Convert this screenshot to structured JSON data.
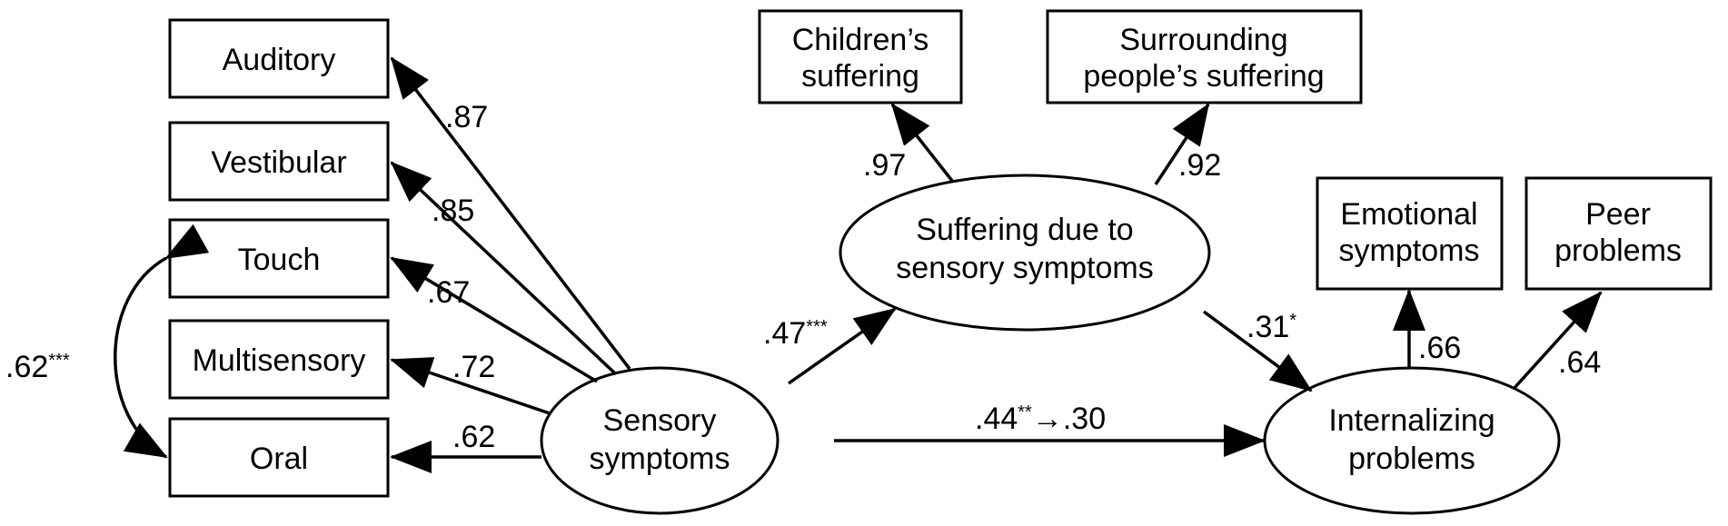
{
  "nodes": {
    "auditory": "Auditory",
    "vestibular": "Vestibular",
    "touch": "Touch",
    "multisensory": "Multisensory",
    "oral": "Oral",
    "sensory_symptoms": [
      "Sensory",
      "symptoms"
    ],
    "suffering": [
      "Suffering due to",
      "sensory symptoms"
    ],
    "childrens_suffering": [
      "Children’s",
      "suffering"
    ],
    "surrounding_suffering": [
      "Surrounding",
      "people’s suffering"
    ],
    "internalizing": [
      "Internalizing",
      "problems"
    ],
    "emotional": [
      "Emotional",
      "symptoms"
    ],
    "peer": [
      "Peer",
      "problems"
    ]
  },
  "coefficients": {
    "auditory": ".87",
    "vestibular": ".85",
    "touch": ".67",
    "multisensory": ".72",
    "oral": ".62",
    "touch_oral_cov": ".62",
    "touch_oral_cov_sig": "***",
    "sensory_to_suffering": ".47",
    "sensory_to_suffering_sig": "***",
    "childrens": ".97",
    "surrounding": ".92",
    "suffering_to_internalizing": ".31",
    "suffering_to_internalizing_sig": "*",
    "direct_before": ".44",
    "direct_sig": "**",
    "direct_after": "→.30",
    "emotional": ".66",
    "peer": ".64"
  }
}
